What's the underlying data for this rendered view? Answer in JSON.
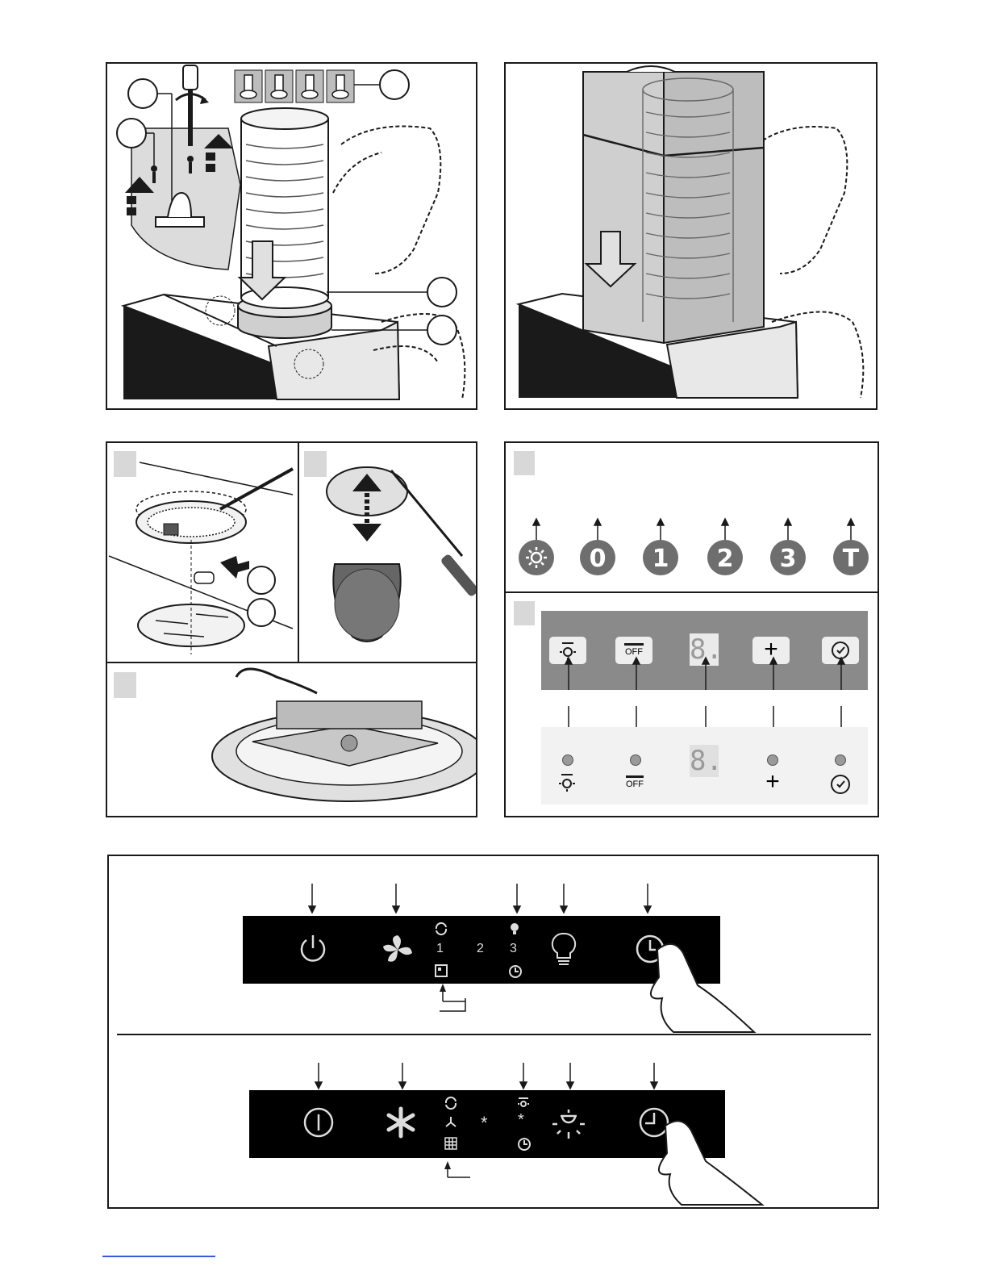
{
  "colors": {
    "line": "#1a1a1a",
    "panel_grey": "#8a8a8a",
    "panel_light": "#f2f2f2",
    "round_button": "#6e6e6e",
    "touch_panel": "#000000",
    "hood_grey": "#d6d6d6"
  },
  "icons": {
    "screwdriver": "screwdriver-icon",
    "screw": "screw-icon",
    "down_arrow": "down-arrow-icon",
    "up_arrow": "up-arrow-icon",
    "lamp": "halogen-lamp-icon",
    "hand": "pointing-hand-icon"
  },
  "panel_round": {
    "buttons": [
      {
        "icon": "light-icon",
        "label": ""
      },
      {
        "icon": "",
        "label": "0"
      },
      {
        "icon": "",
        "label": "1"
      },
      {
        "icon": "",
        "label": "2"
      },
      {
        "icon": "",
        "label": "3"
      },
      {
        "icon": "",
        "label": "T"
      }
    ]
  },
  "panel_grey": {
    "off_label": "OFF",
    "display": "8.",
    "plus": "+"
  },
  "panel_led": {
    "off_label": "OFF",
    "display": "8.",
    "plus": "+"
  },
  "touch1": {
    "speeds": [
      "1",
      "2",
      "3"
    ]
  },
  "touch2": {
    "speed_symbol": "*"
  }
}
